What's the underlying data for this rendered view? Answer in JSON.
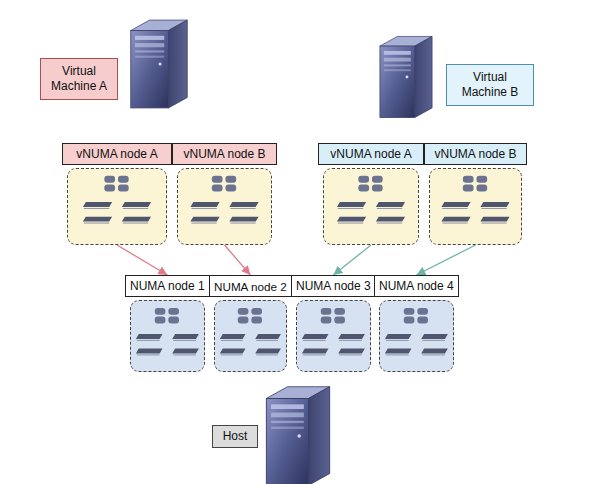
{
  "diagram": {
    "nodes": [
      {
        "text": [
          "Virtual Machine A"
        ]
      },
      {
        "text": [
          "Virtual Machine B"
        ]
      },
      {
        "text": [
          "vNUMA node A"
        ]
      },
      {
        "text": [
          "vNUMA node B"
        ]
      },
      {
        "text": [
          "vNUMA node A"
        ]
      },
      {
        "text": [
          "vNUMA node B"
        ]
      },
      {
        "text": [
          "NUMA node 1"
        ]
      },
      {
        "text": [
          "NUMA node 2"
        ]
      },
      {
        "text": [
          "NUMA node 3"
        ]
      },
      {
        "text": [
          "NUMA node 4"
        ]
      },
      {
        "text": [
          "Host"
        ]
      }
    ],
    "edges": [
      {
        "from": 2,
        "to": 6,
        "arrow": "to"
      },
      {
        "from": 3,
        "to": 7,
        "arrow": "to"
      },
      {
        "from": 4,
        "to": 8,
        "arrow": "to"
      },
      {
        "from": 5,
        "to": 9,
        "arrow": "to"
      }
    ]
  }
}
